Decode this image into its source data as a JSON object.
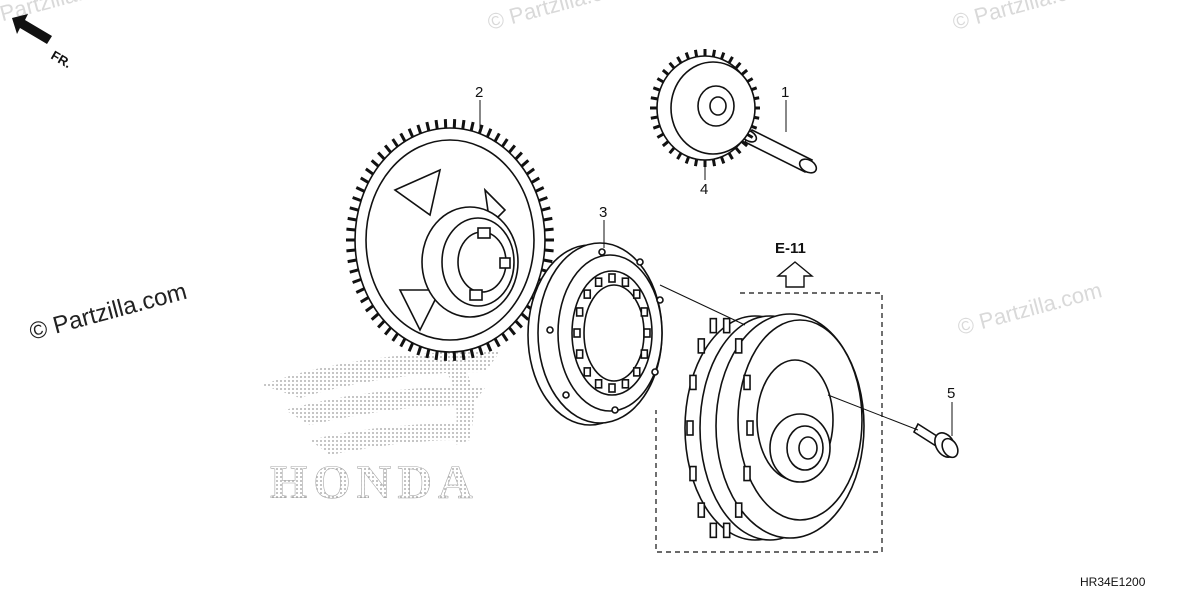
{
  "watermarks": {
    "primary": "© Partzilla.com",
    "faded": "© Partzilla.com"
  },
  "orientation": {
    "label": "FR."
  },
  "brand_logo": {
    "text": "HONDA"
  },
  "reference": {
    "label": "E-11"
  },
  "diagram_code": "HR34E1200",
  "callouts": [
    {
      "number": "1",
      "part": "pin"
    },
    {
      "number": "2",
      "part": "starter-driven-gear"
    },
    {
      "number": "3",
      "part": "starter-clutch"
    },
    {
      "number": "4",
      "part": "idle-gear"
    },
    {
      "number": "5",
      "part": "flange-bolt"
    }
  ],
  "colors": {
    "line": "#111111",
    "watermark": "#d9d9d9",
    "logo": "#9a9a9a"
  }
}
